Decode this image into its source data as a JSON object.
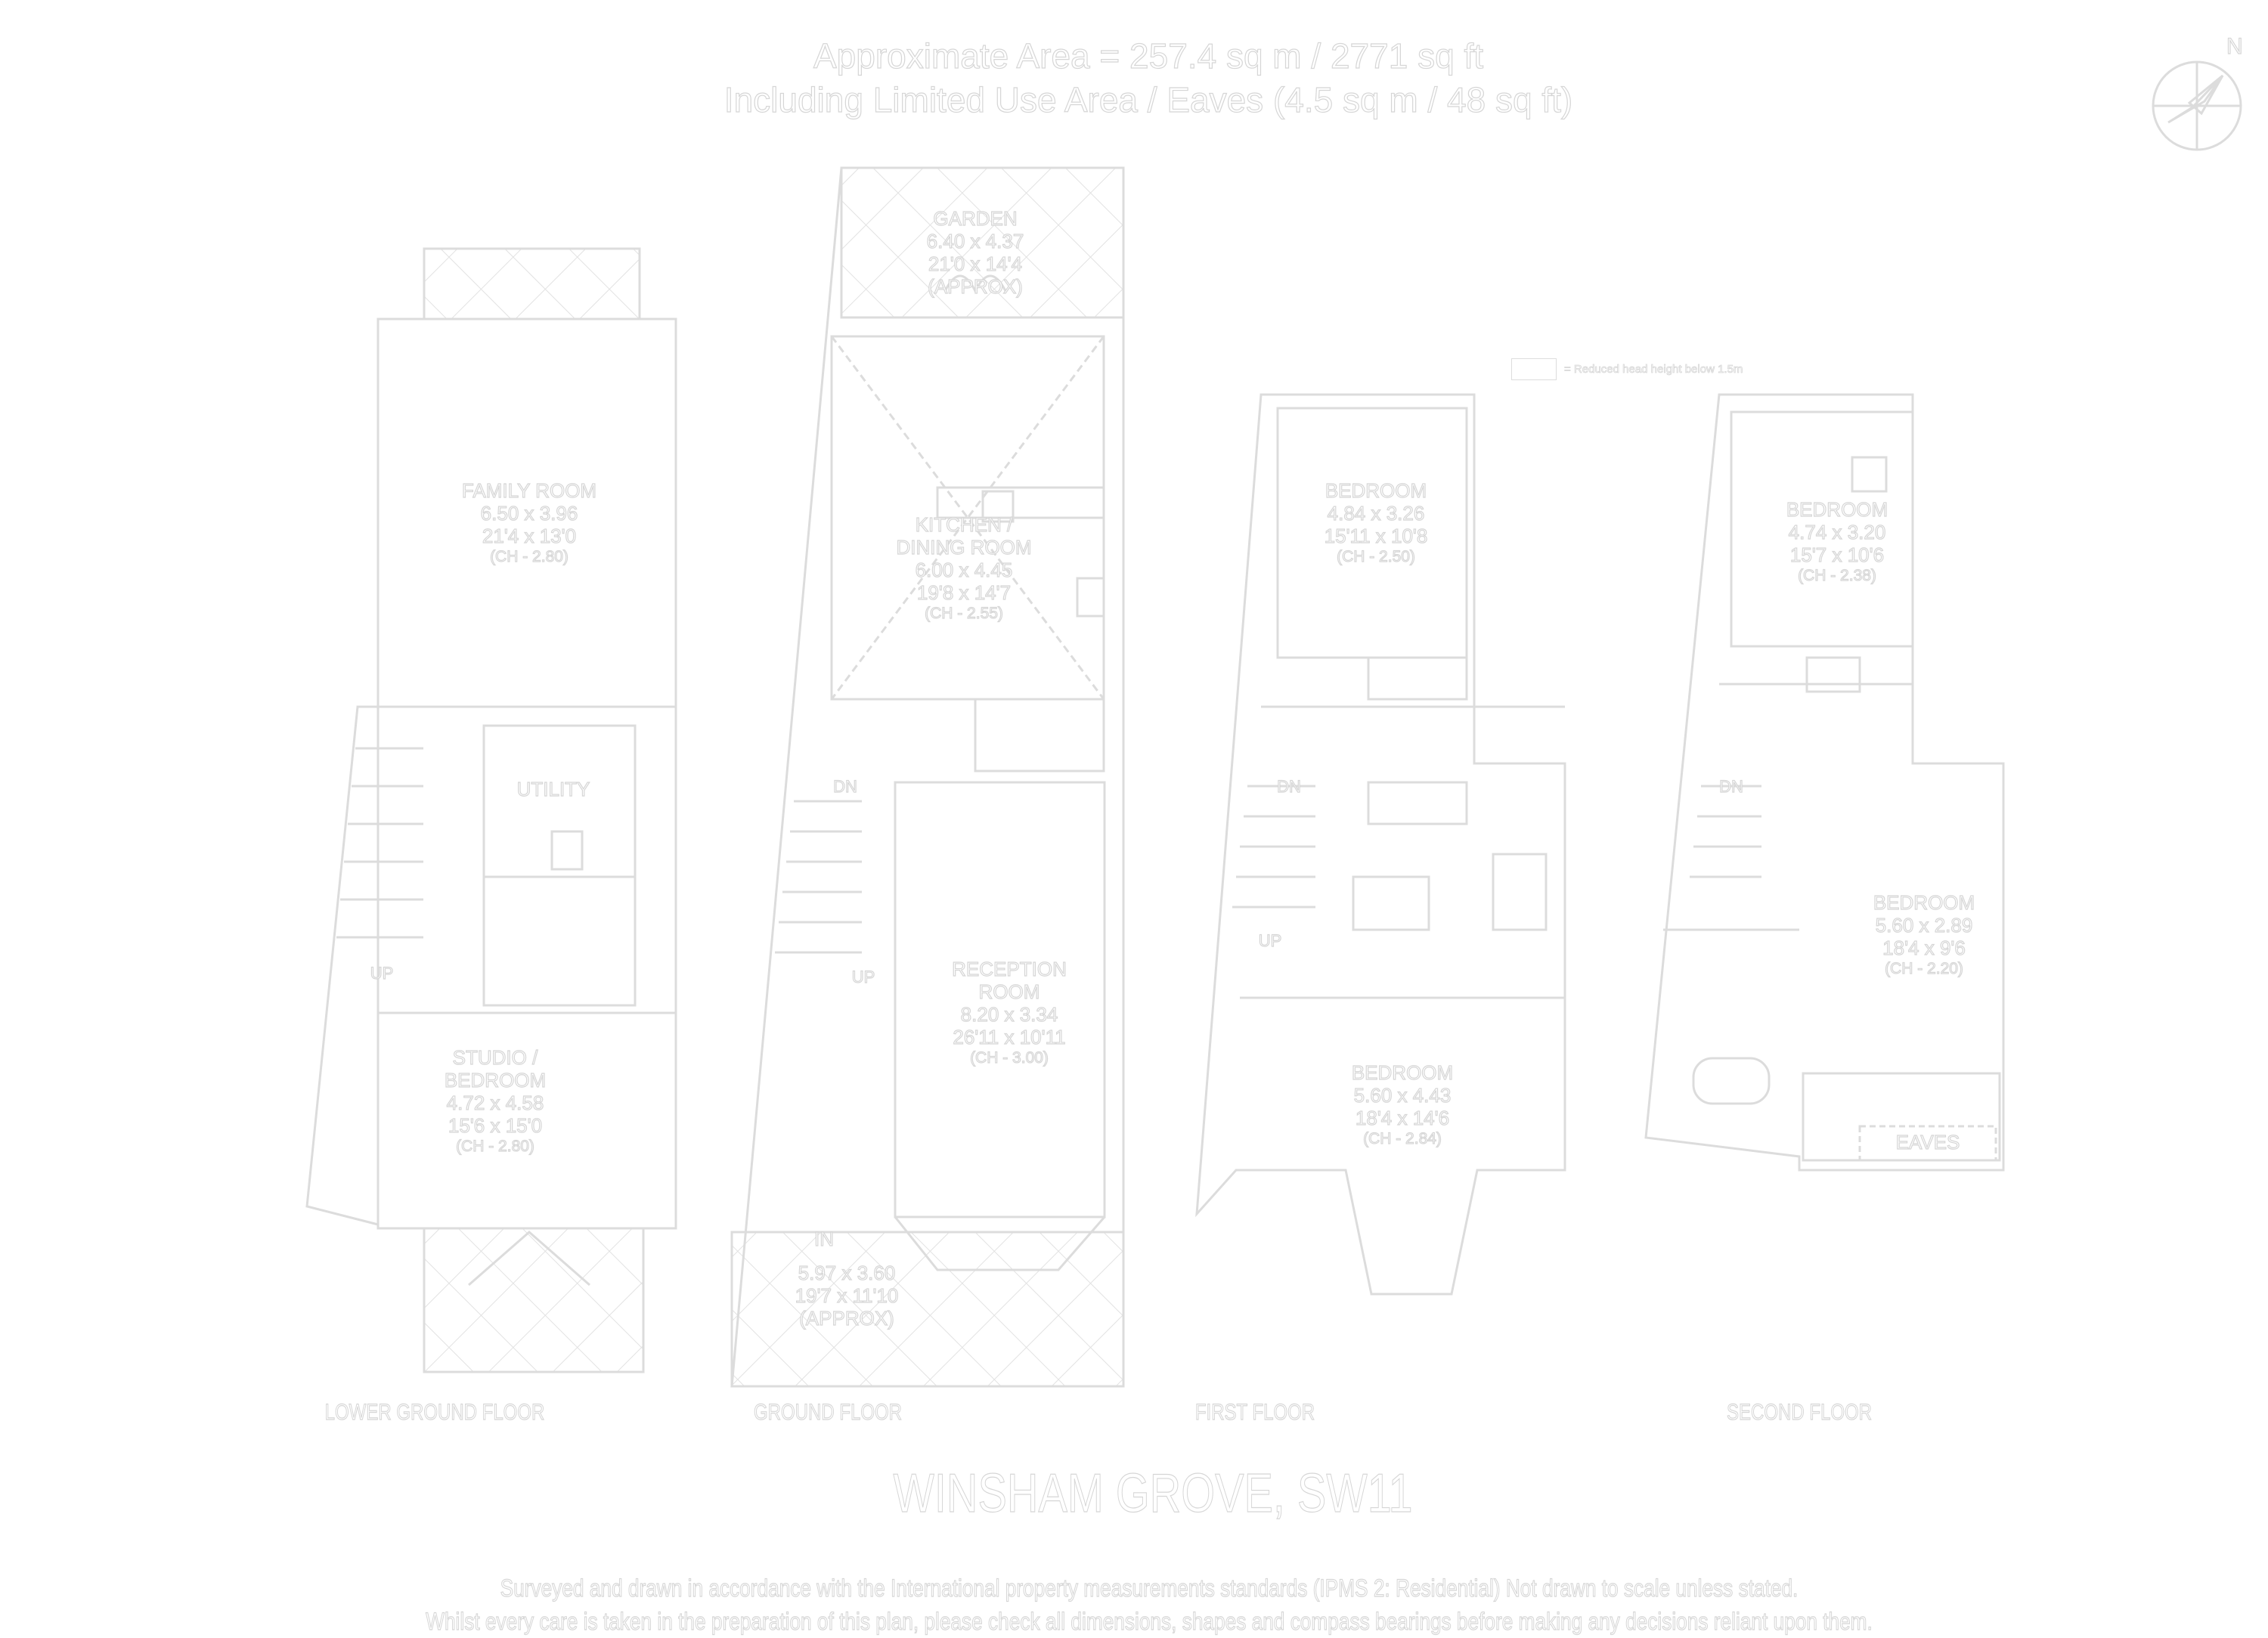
{
  "header": {
    "area_line": "Approximate Area = 257.4 sq m / 2771 sq ft",
    "limited_line": "Including Limited Use Area / Eaves (4.5 sq m / 48 sq ft)"
  },
  "compass": {
    "label": "N"
  },
  "legend": {
    "text": "= Reduced head height below 1.5m"
  },
  "rooms": {
    "garden": {
      "name": "GARDEN",
      "metric": "6.40 x 4.37",
      "imperial": "21'0 x 14'4",
      "note": "(APPROX)"
    },
    "family": {
      "name": "FAMILY ROOM",
      "metric": "6.50 x 3.96",
      "imperial": "21'4 x 13'0",
      "ch": "(CH - 2.80)"
    },
    "utility": {
      "name": "UTILITY"
    },
    "studio": {
      "name1": "STUDIO /",
      "name2": "BEDROOM",
      "metric": "4.72 x 4.58",
      "imperial": "15'6 x 15'0",
      "ch": "(CH - 2.80)"
    },
    "kitchen": {
      "name1": "KITCHEN /",
      "name2": "DINING ROOM",
      "metric": "6.00 x 4.45",
      "imperial": "19'8 x 14'7",
      "ch": "(CH - 2.55)"
    },
    "reception": {
      "name1": "RECEPTION",
      "name2": "ROOM",
      "metric": "8.20 x 3.34",
      "imperial": "26'11 x 10'11",
      "ch": "(CH - 3.00)"
    },
    "front_garden": {
      "entry": "IN",
      "metric": "5.97 x 3.60",
      "imperial": "19'7 x 11'10",
      "note": "(APPROX)"
    },
    "ff_bed1": {
      "name": "BEDROOM",
      "metric": "4.84 x 3.26",
      "imperial": "15'11 x 10'8",
      "ch": "(CH - 2.50)"
    },
    "ff_bed2": {
      "name": "BEDROOM",
      "metric": "5.60 x 4.43",
      "imperial": "18'4 x 14'6",
      "ch": "(CH - 2.84)"
    },
    "sf_bed1": {
      "name": "BEDROOM",
      "metric": "4.74 x 3.20",
      "imperial": "15'7 x 10'6",
      "ch": "(CH - 2.38)"
    },
    "sf_bed2": {
      "name": "BEDROOM",
      "metric": "5.60 x 2.89",
      "imperial": "18'4 x 9'6",
      "ch": "(CH - 2.20)"
    },
    "eaves": {
      "name": "EAVES"
    }
  },
  "stairs": {
    "up": "UP",
    "down": "DN"
  },
  "floors": [
    "LOWER GROUND FLOOR",
    "GROUND FLOOR",
    "FIRST FLOOR",
    "SECOND FLOOR"
  ],
  "address": "WINSHAM GROVE, SW11",
  "footer": {
    "line1": "Surveyed and drawn in accordance with the International property measurements standards (IPMS 2: Residential) Not drawn to scale unless stated.",
    "line2": "Whilst every care is taken in the preparation of this plan, please check all dimensions, shapes and compass bearings before making any decisions reliant upon them."
  },
  "colors": {
    "line": "#dddddd",
    "text_outline": "#d6d6d6",
    "background": "#ffffff"
  }
}
